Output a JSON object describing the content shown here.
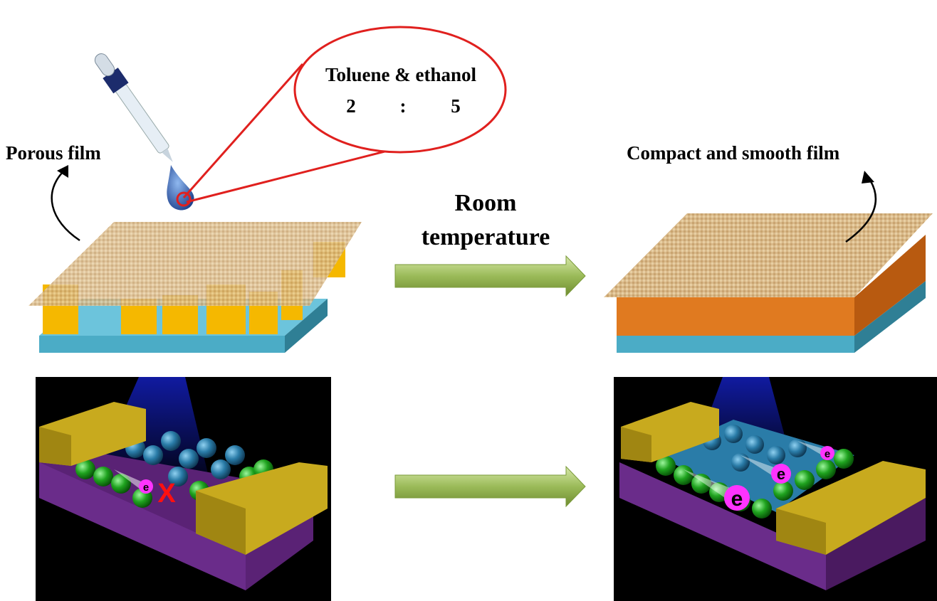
{
  "labels": {
    "porous_film": "Porous film",
    "solvent_name": "Toluene & ethanol",
    "ratio_left": "2",
    "ratio_sep": ":",
    "ratio_right": "5",
    "condition_line1": "Room",
    "condition_line2": "temperature",
    "compact_film": "Compact and smooth film"
  },
  "bottom_left": {
    "electron": "e",
    "blocked_mark": "X"
  },
  "bottom_right": {
    "electrons": [
      "e",
      "e",
      "e"
    ]
  },
  "colors": {
    "substrate": "#4bacc6",
    "porous_blocks": "#f5b800",
    "compact_layer": "#e07a20",
    "arrow": "#9bbb59",
    "callout": "#e0201e",
    "electrode": "#c8aa1e",
    "base": "#6a2c8a",
    "electron": "#ff33ff"
  }
}
